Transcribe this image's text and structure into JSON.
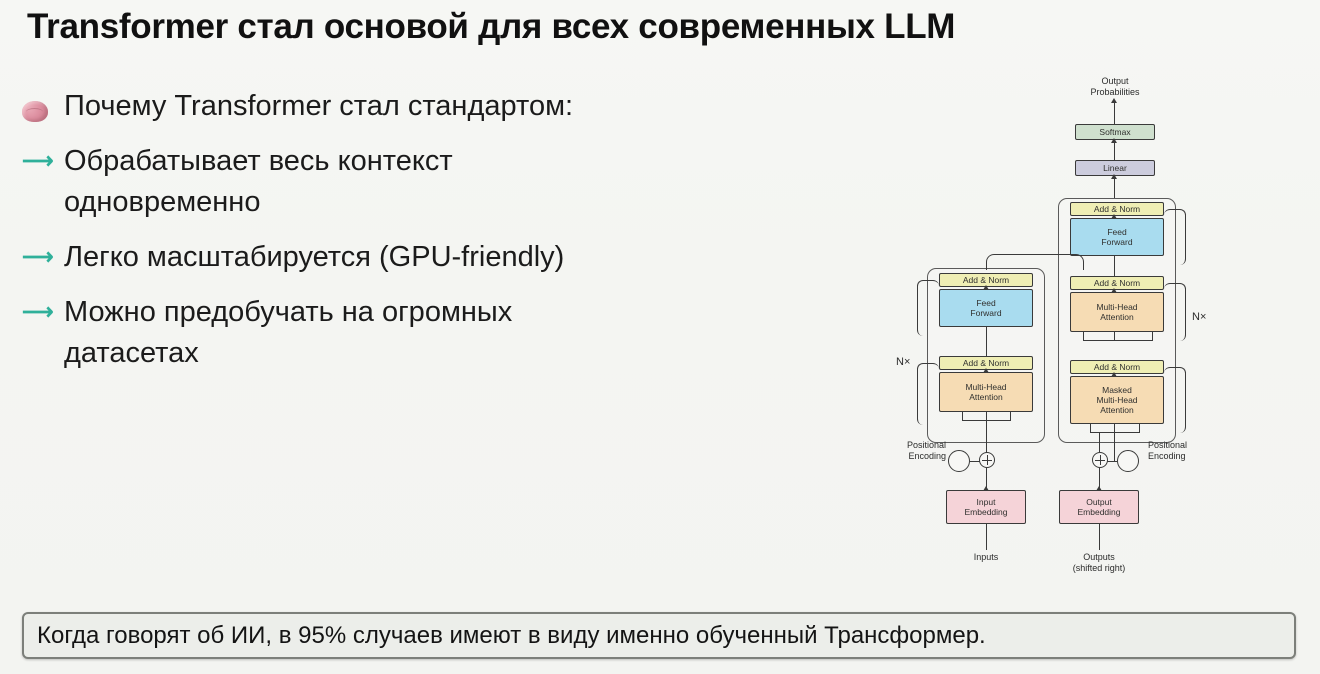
{
  "slide": {
    "title": "Transformer стал основой для всех современных LLM",
    "background_color": "#f4f5f2"
  },
  "bullets": [
    {
      "marker": "brain-emoji",
      "marker_color": "#d98fa0",
      "line1": "Почему Transformer стал стандартом:",
      "line2": ""
    },
    {
      "marker": "arrow-right-icon",
      "marker_color": "#2fb09a",
      "line1": "Обрабатывает весь контекст",
      "line2": "одновременно"
    },
    {
      "marker": "arrow-right-icon",
      "marker_color": "#2fb09a",
      "line1": "Легко масштабируется (GPU-friendly)",
      "line2": ""
    },
    {
      "marker": "arrow-right-icon",
      "marker_color": "#2fb09a",
      "line1": "Можно предобучать на огромных",
      "line2": "датасетах"
    }
  ],
  "callout": {
    "text": "Когда говорят об ИИ, в 95% случаев имеют в виду именно обученный Трансформер.",
    "border_color": "#7c7f7a",
    "background_color": "#eceeea"
  },
  "diagram": {
    "name": "transformer-architecture-diagram",
    "labels": {
      "output_probabilities_line1": "Output",
      "output_probabilities_line2": "Probabilities",
      "inputs": "Inputs",
      "outputs_line1": "Outputs",
      "outputs_line2": "(shifted right)",
      "positional_encoding_left_line1": "Positional",
      "positional_encoding_left_line2": "Encoding",
      "positional_encoding_right_line1": "Positional",
      "positional_encoding_right_line2": "Encoding",
      "nx_left": "N×",
      "nx_right": "N×"
    },
    "blocks": {
      "softmax": "Softmax",
      "linear": "Linear",
      "add_norm": "Add & Norm",
      "feed_forward_line1": "Feed",
      "feed_forward_line2": "Forward",
      "multi_head_attention_line1": "Multi-Head",
      "multi_head_attention_line2": "Attention",
      "masked_line1": "Masked",
      "masked_line2": "Multi-Head",
      "masked_line3": "Attention",
      "input_embedding_line1": "Input",
      "input_embedding_line2": "Embedding",
      "output_embedding_line1": "Output",
      "output_embedding_line2": "Embedding"
    },
    "colors": {
      "softmax": "#cfe0ce",
      "linear": "#ccccdd",
      "add_norm": "#efeeb4",
      "feed_forward": "#a9dcef",
      "attention": "#f6dcb4",
      "embedding": "#f5d3d8"
    }
  }
}
